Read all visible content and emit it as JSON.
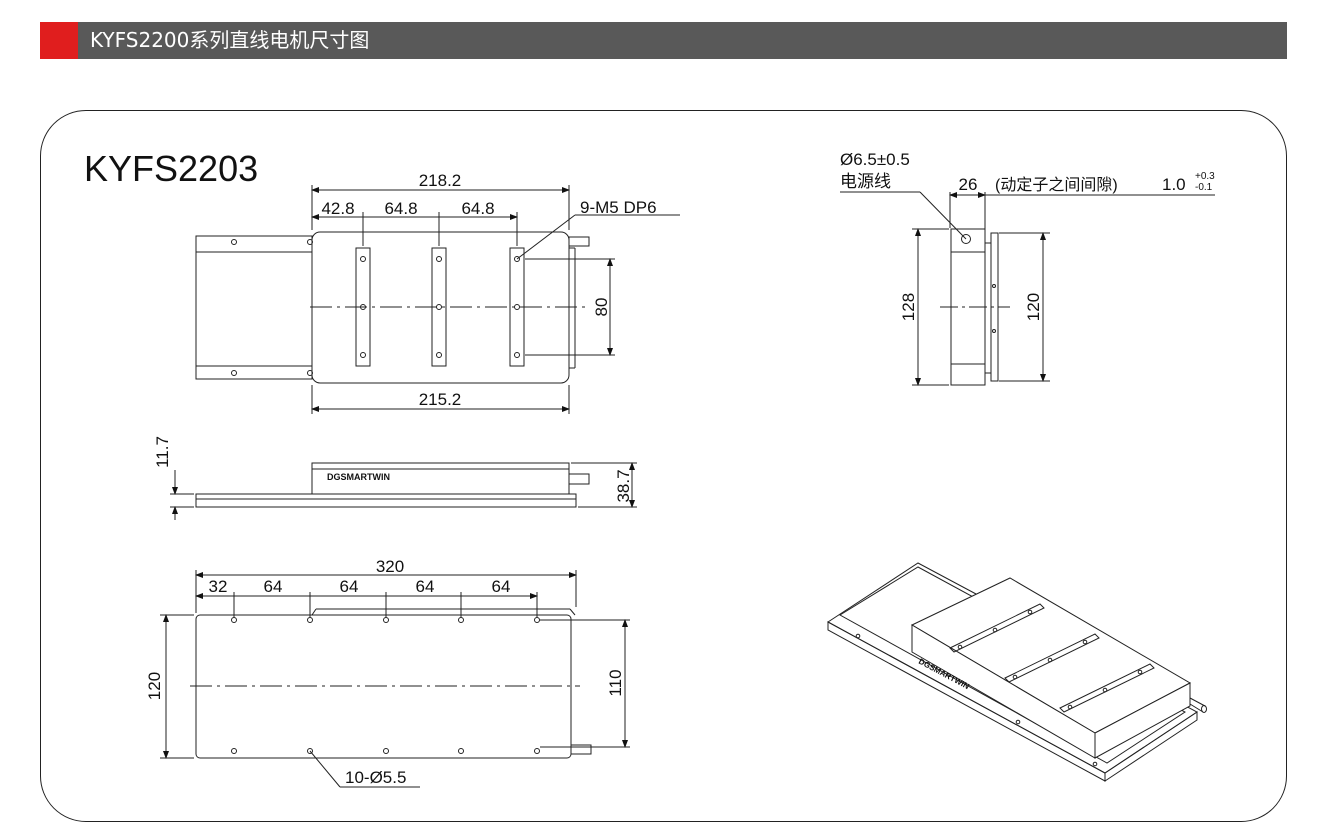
{
  "header": {
    "title": "KYFS2200系列直线电机尺寸图",
    "accent_color": "#e01e1e",
    "bar_color": "#595959"
  },
  "model": "KYFS2203",
  "top_view": {
    "overall_length": "218.2",
    "spacing_1": "42.8",
    "spacing_2": "64.8",
    "spacing_3": "64.8",
    "thread_callout": "9-M5 DP6",
    "vertical_spacing": "80",
    "base_length": "215.2"
  },
  "side_view": {
    "brand_text": "DGSMARTWIN",
    "base_height": "11.7",
    "total_height": "38.7"
  },
  "base_view": {
    "overall_length": "320",
    "spacings": [
      "32",
      "64",
      "64",
      "64",
      "64"
    ],
    "width": "120",
    "hole_spacing": "110",
    "hole_callout": "10-Ø5.5"
  },
  "end_view": {
    "cable_spec": "Ø6.5±0.5",
    "cable_label": "电源线",
    "depth": "26",
    "gap_label": "(动定子之间间隙)",
    "gap_value": "1.0",
    "gap_tol_upper": "+0.3",
    "gap_tol_lower": "-0.1",
    "height_left": "128",
    "height_right": "120"
  },
  "iso_view": {
    "brand_text": "DGSMARTWIN"
  }
}
